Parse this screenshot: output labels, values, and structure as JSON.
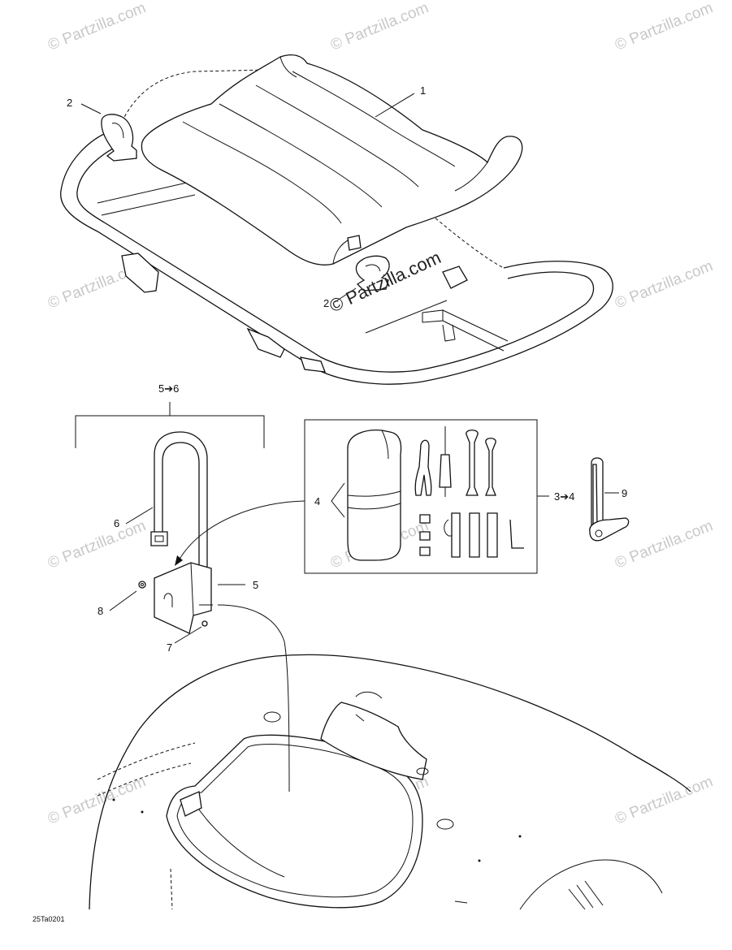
{
  "callouts": {
    "c1": "1",
    "c2a": "2",
    "c2b": "2",
    "c5to6": "5➔6",
    "c6": "6",
    "c5": "5",
    "c8": "8",
    "c7": "7",
    "c4": "4",
    "c3to4": "3➔4",
    "c9": "9"
  },
  "figure_id": "25Ta0201",
  "watermark": {
    "text": "© Partzilla.com",
    "center_text": "© Partzilla.com"
  }
}
